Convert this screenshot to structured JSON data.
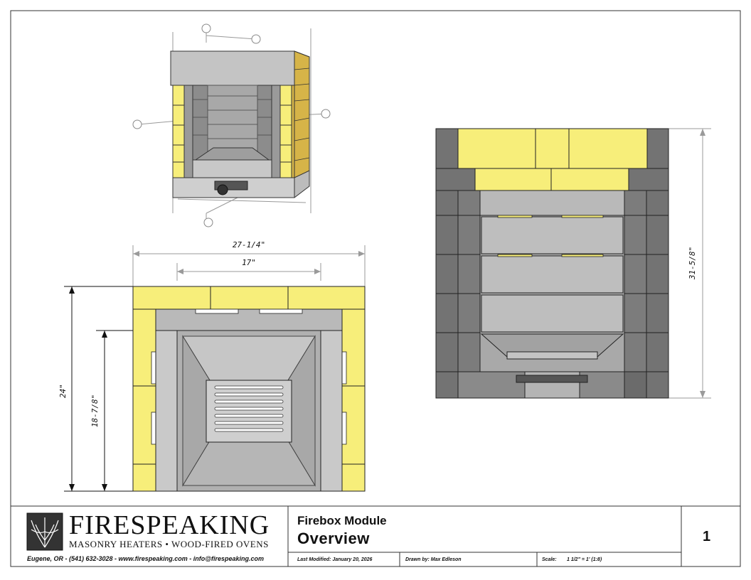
{
  "company": {
    "name": "FIRESPEAKING",
    "tagline": "MASONRY HEATERS • WOOD-FIRED OVENS",
    "contact": "Eugene, OR - (541) 632-3028 - www.firespeaking.com - info@firespeaking.com"
  },
  "title": {
    "line1": "Firebox Module",
    "line2": "Overview",
    "last_modified": "Last Modified: January 20, 2026",
    "drawn_by": "Drawn by: Max Edleson",
    "scale_label": "Scale:",
    "scale_value": "1 1/2\" = 1' (1:8)",
    "sheet_number": "1"
  },
  "dimensions": {
    "plan_outer_width": "27-1/4\"",
    "plan_inner_width": "17\"",
    "plan_outer_depth": "24\"",
    "plan_inner_depth": "18-7/8\"",
    "elevation_height": "31-5/8\""
  },
  "colors": {
    "firebrick_yellow": "#f7ee7a",
    "insulating_brick": "#d9b44a",
    "grey_panel": "#b5b5b5",
    "dark_grey": "#6e6e6e",
    "dimension_line": "#9a9a9a"
  }
}
